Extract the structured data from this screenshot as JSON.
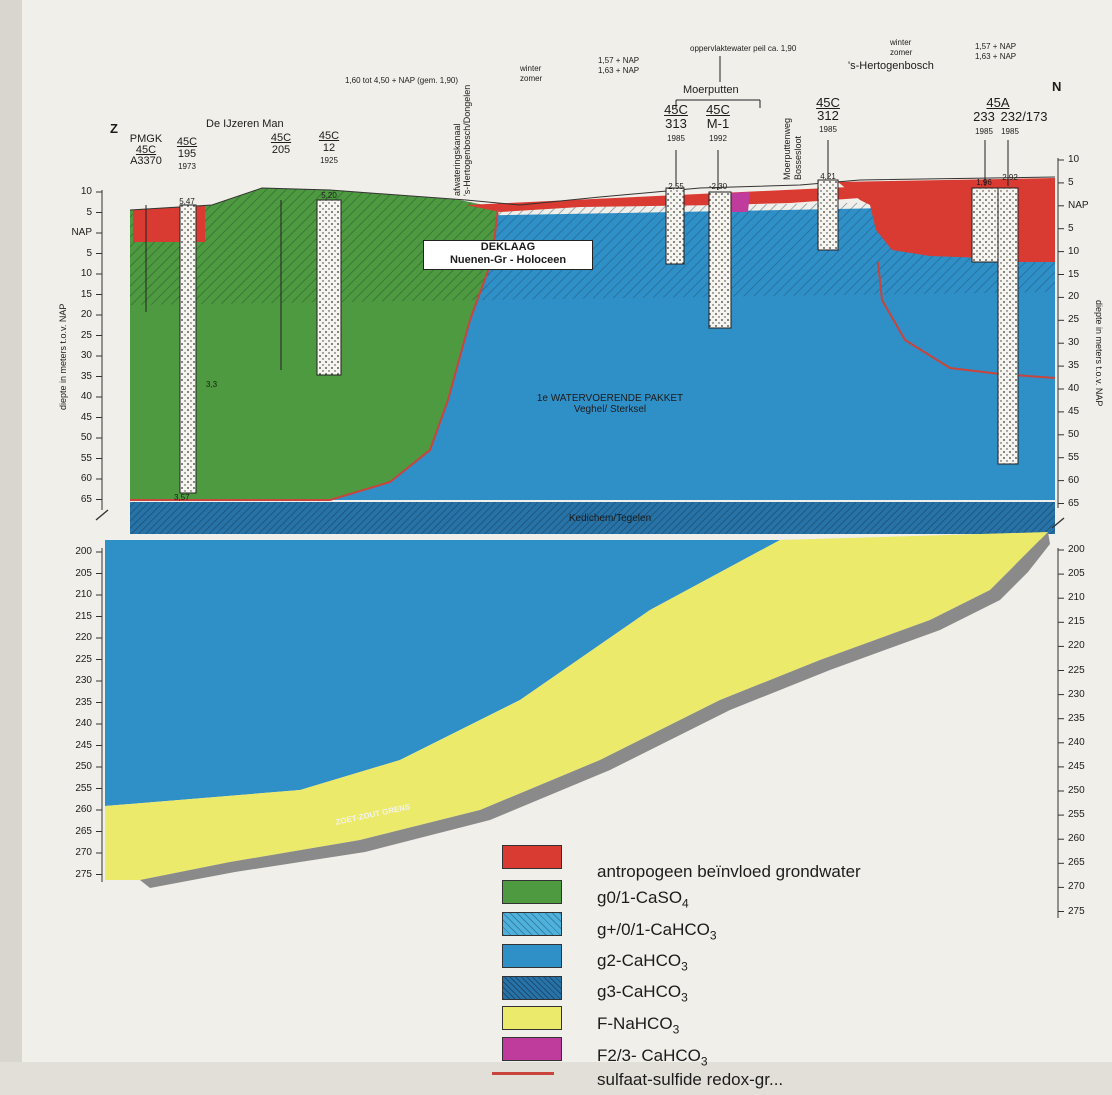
{
  "colors": {
    "red": "#d93a31",
    "green": "#4e9a41",
    "light_blue": "#4fb2dc",
    "blue": "#2e8fc8",
    "dark_blue": "#2773a8",
    "yellow": "#ecea6a",
    "magenta": "#c03c9c",
    "redox_line": "#c9443c",
    "grey_band": "#8a8a8a"
  },
  "orientation": {
    "south": "Z",
    "north": "N"
  },
  "place_names": {
    "de_ijzeren_man": "De IJzeren Man",
    "moerputten": "Moerputten",
    "hertogenbosch": "'s-Hertogenbosch"
  },
  "water_levels": {
    "afwatering_range": "1,60 tot 4,50 + NAP (gem. 1,90)",
    "winter_1": "winter",
    "zomer_1": "zomer",
    "nap_1": "1,57 + NAP",
    "nap_2": "1,63 + NAP",
    "oppervlaktewater": "oppervlaktewater peil ca. 1,90",
    "winter_2": "winter",
    "zomer_2": "zomer",
    "nap_3": "1,57 + NAP",
    "nap_4": "1,63 + NAP"
  },
  "vertical_labels": {
    "afwateringskanaal": "afwateringskanaal",
    "kanaal_route": "'s-Hertogenbosch/Dongelen",
    "moerputtenweg": "Moerputtenweg",
    "bossesloot": "Bossesloot"
  },
  "boreholes": [
    {
      "sheet": "PMGK",
      "code": "45C",
      "id": "A3370",
      "year": ""
    },
    {
      "sheet": "45C",
      "code": "195",
      "id": "",
      "year": "1973",
      "top": "5,47"
    },
    {
      "sheet": "45C",
      "code": "205",
      "id": "",
      "year": ""
    },
    {
      "sheet": "45C",
      "code": "12",
      "id": "",
      "year": "1925",
      "top": "5,20"
    },
    {
      "sheet": "45C",
      "code": "313",
      "id": "",
      "year": "1985",
      "top": "2,55"
    },
    {
      "sheet": "45C",
      "code": "M-1",
      "id": "",
      "year": "1992",
      "top": "-2,30"
    },
    {
      "sheet": "45C",
      "code": "312",
      "id": "",
      "year": "1985",
      "top": "4,21"
    },
    {
      "sheet": "45A",
      "code": "233",
      "id": "",
      "year": "1985",
      "top": "1,96"
    },
    {
      "sheet": "",
      "code": "232/173",
      "id": "",
      "year": "1985",
      "top": "2,92"
    }
  ],
  "depth_axis": {
    "label": "diepte in meters t.o.v. NAP",
    "upper_left_ticks": [
      "10",
      "5",
      "NAP",
      "5",
      "10",
      "15",
      "20",
      "25",
      "30",
      "35",
      "40",
      "45",
      "50",
      "55",
      "60",
      "65"
    ],
    "upper_right_ticks": [
      "10",
      "5",
      "NAP",
      "5",
      "10",
      "15",
      "20",
      "25",
      "30",
      "35",
      "40",
      "45",
      "50",
      "55",
      "60",
      "65"
    ],
    "lower_ticks": [
      "200",
      "205",
      "210",
      "215",
      "220",
      "225",
      "230",
      "235",
      "240",
      "245",
      "250",
      "255",
      "260",
      "265",
      "270",
      "275"
    ]
  },
  "units": {
    "deklaag_title": "DEKLAAG",
    "deklaag_sub": "Nuenen-Gr - Holoceen",
    "aquifer_title": "1e WATERVOERENDE PAKKET",
    "aquifer_sub": "Veghel/ Sterksel",
    "kedichem": "Kedichem/Tegelen",
    "zoet_zout": "ZOET-ZOUT GRENS"
  },
  "small_values": {
    "v1": "3,3",
    "v2": "3,57"
  },
  "legend": [
    {
      "color_key": "red",
      "pattern": "solid",
      "label": "antropogeen beïnvloed grondwater"
    },
    {
      "color_key": "green",
      "pattern": "solid",
      "label_main": "g0/1-CaSO",
      "label_sub": "4"
    },
    {
      "color_key": "light_blue",
      "pattern": "hatch",
      "label_main": "g+/0/1-CaHCO",
      "label_sub": "3"
    },
    {
      "color_key": "blue",
      "pattern": "solid",
      "label_main": "g2-CaHCO",
      "label_sub": "3"
    },
    {
      "color_key": "dark_blue",
      "pattern": "hatch",
      "label_main": "g3-CaHCO",
      "label_sub": "3"
    },
    {
      "color_key": "yellow",
      "pattern": "solid",
      "label_main": "F-NaHCO",
      "label_sub": "3"
    },
    {
      "color_key": "magenta",
      "pattern": "solid",
      "label_main": "F2/3- CaHCO",
      "label_sub": "3"
    },
    {
      "color_key": "redox_line",
      "pattern": "line",
      "label": "sulfaat-sulfide redox-gr..."
    }
  ]
}
